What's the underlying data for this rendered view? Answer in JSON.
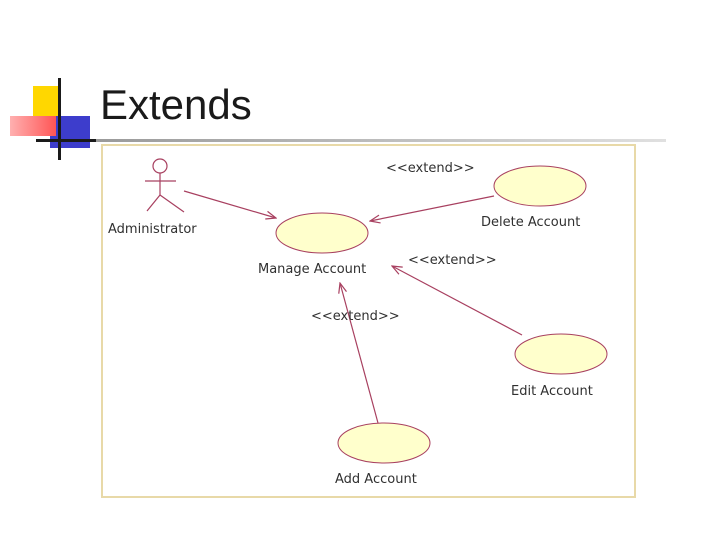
{
  "slide": {
    "title": "Extends"
  },
  "colors": {
    "accent_yellow": "#ffd700",
    "accent_blue": "#3939c8",
    "accent_red": "#ff6666",
    "rule_gray": "#aaaaaa",
    "frame_border": "#e8d9a8",
    "usecase_fill": "#ffffcc",
    "line_color": "#a84060"
  },
  "diagram": {
    "actor": {
      "label": "Administrator",
      "icon": "stick-figure-actor-icon"
    },
    "use_cases": {
      "manage": "Manage Account",
      "delete": "Delete Account",
      "edit": "Edit Account",
      "add": "Add Account"
    },
    "relations": {
      "delete_extend": "<<extend>>",
      "edit_extend": "<<extend>>",
      "add_extend": "<<extend>>"
    }
  }
}
